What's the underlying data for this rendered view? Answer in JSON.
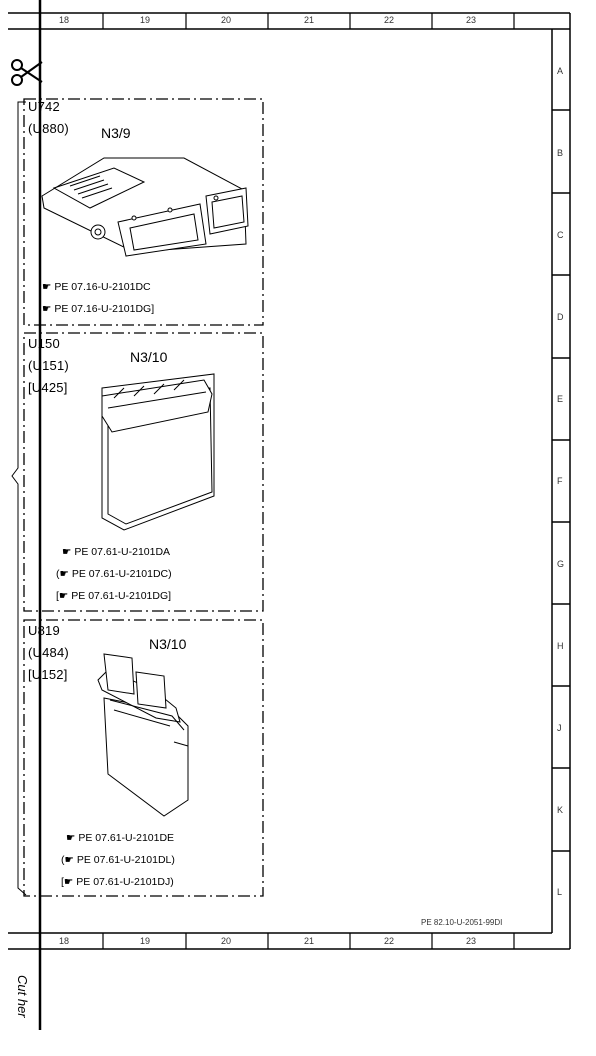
{
  "grid": {
    "columns_top": [
      "18",
      "19",
      "20",
      "21",
      "22",
      "23"
    ],
    "columns_bottom": [
      "18",
      "19",
      "20",
      "21",
      "22",
      "23"
    ],
    "rows": [
      "A",
      "B",
      "C",
      "D",
      "E",
      "F",
      "G",
      "H",
      "J",
      "K",
      "L"
    ]
  },
  "sections": [
    {
      "codes": [
        "U742",
        "(U880)"
      ],
      "component": "N3/9",
      "refs": [
        "PE 07.16-U-2101DC",
        "PE 07.16-U-2101DG]"
      ]
    },
    {
      "codes": [
        "U150",
        "(U151)",
        "[U425]"
      ],
      "component": "N3/10",
      "refs": [
        "PE 07.61-U-2101DA",
        "(",
        "PE 07.61-U-2101DC)",
        "[",
        "PE 07.61-U-2101DG]"
      ]
    },
    {
      "codes": [
        "U819",
        "(U484)",
        "[U152]"
      ],
      "component": "N3/10",
      "refs": [
        "PE 07.61-U-2101DE",
        "(",
        "PE 07.61-U-2101DL)",
        "[",
        "PE 07.61-U-2101DJ)"
      ]
    }
  ],
  "footer_ref": "PE 82.10-U-2051-99DI",
  "cut_text": "Cut her",
  "icons": {
    "reference": "pointing-hand-icon",
    "cut": "scissors-icon"
  }
}
